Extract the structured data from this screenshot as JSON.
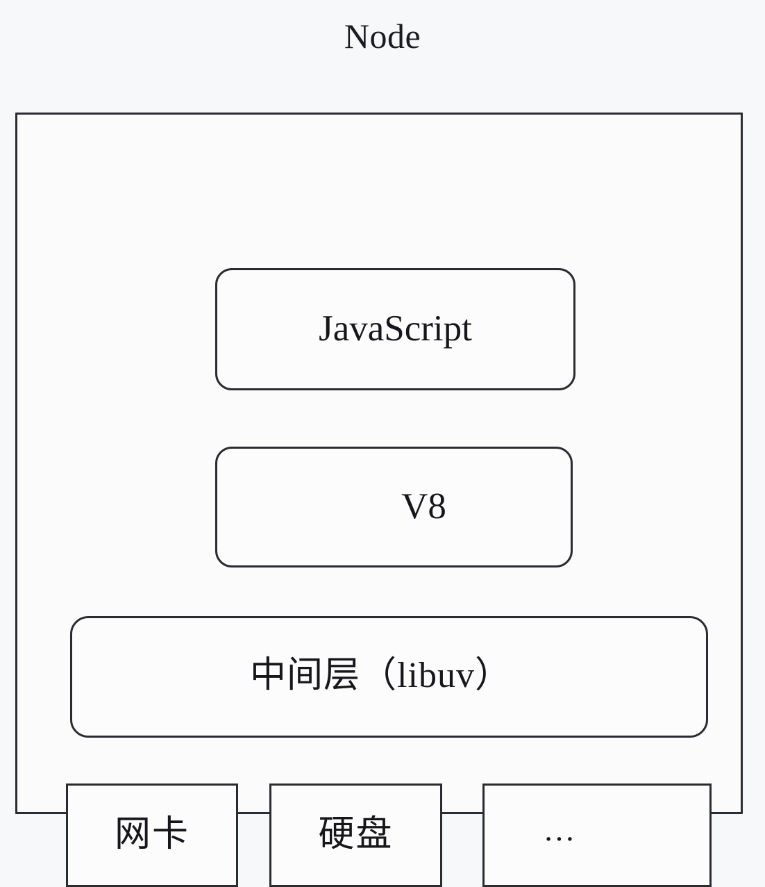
{
  "diagram": {
    "type": "layered-architecture",
    "title": "Node",
    "background_color": "#f7f8f9",
    "border_color": "#2b2c30",
    "box_fill_color": "#fcfcfd",
    "text_color": "#17171b",
    "container": {
      "name": "node-runtime-container",
      "layers": [
        {
          "id": "javascript",
          "label": "JavaScript",
          "shape": "rounded-rectangle",
          "level": 1
        },
        {
          "id": "v8",
          "label": "V8",
          "shape": "rounded-rectangle",
          "level": 2
        },
        {
          "id": "libuv",
          "label": "中间层（libuv）",
          "shape": "rounded-rectangle",
          "level": 3
        }
      ],
      "devices": [
        {
          "id": "nic",
          "label": "网卡",
          "shape": "rectangle"
        },
        {
          "id": "disk",
          "label": "硬盘",
          "shape": "rectangle"
        },
        {
          "id": "more",
          "label": "…",
          "shape": "rectangle"
        }
      ]
    }
  }
}
